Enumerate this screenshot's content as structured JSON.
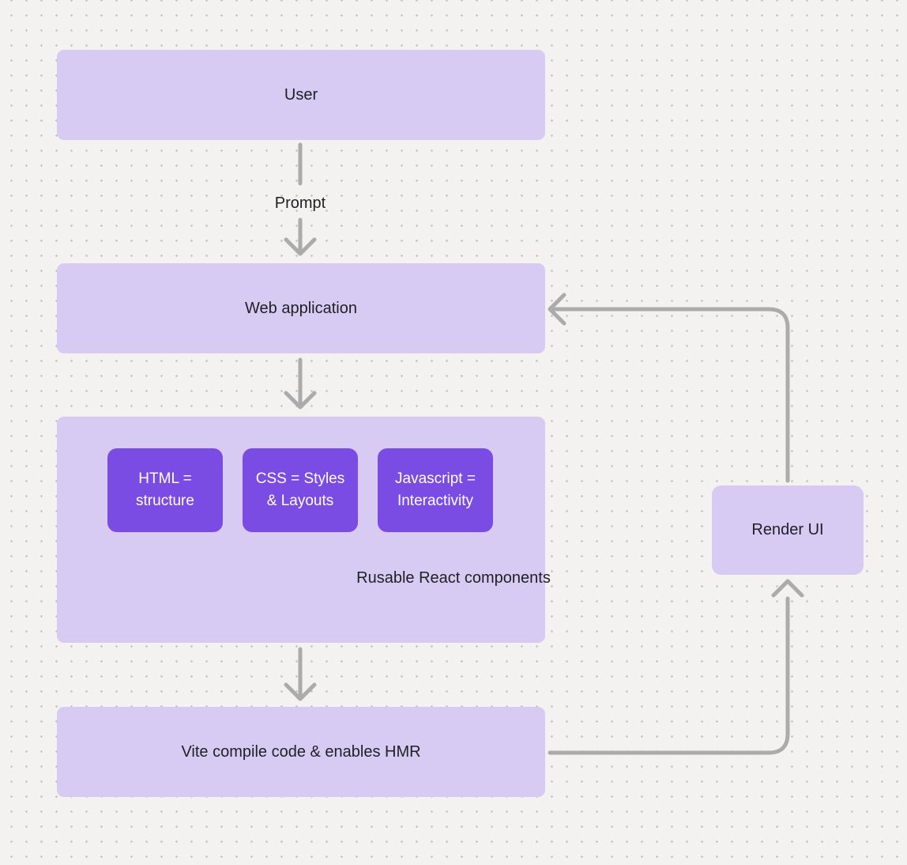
{
  "colors": {
    "background": "#f3f2f0",
    "dot_grid": "#c7c6c4",
    "node_light": "#d7cbf3",
    "node_dark": "#7b4ce4",
    "connector": "#ababab",
    "text_dark": "#1f1f24",
    "text_light": "#ffffff"
  },
  "nodes": {
    "user": {
      "label": "User"
    },
    "web_application": {
      "label": "Web application"
    },
    "components_group": {
      "caption": "Rusable React components",
      "children": [
        {
          "id": "html",
          "label": "HTML =\nstructure"
        },
        {
          "id": "css",
          "label": "CSS = Styles\n& Layouts"
        },
        {
          "id": "javascript",
          "label": "Javascript =\nInteractivity"
        }
      ]
    },
    "vite": {
      "label": "Vite compile code & enables HMR"
    },
    "render_ui": {
      "label": "Render UI"
    }
  },
  "edges": [
    {
      "from": "User",
      "to": "Web application",
      "label": "Prompt",
      "shape": "straight-down"
    },
    {
      "from": "Web application",
      "to": "Rusable React components",
      "label": "",
      "shape": "straight-down"
    },
    {
      "from": "Rusable React components",
      "to": "Vite compile code & enables HMR",
      "label": "",
      "shape": "straight-down"
    },
    {
      "from": "Vite compile code & enables HMR",
      "to": "Render UI",
      "label": "",
      "shape": "right-then-up"
    },
    {
      "from": "Render UI",
      "to": "Web application",
      "label": "",
      "shape": "up-then-left"
    }
  ]
}
